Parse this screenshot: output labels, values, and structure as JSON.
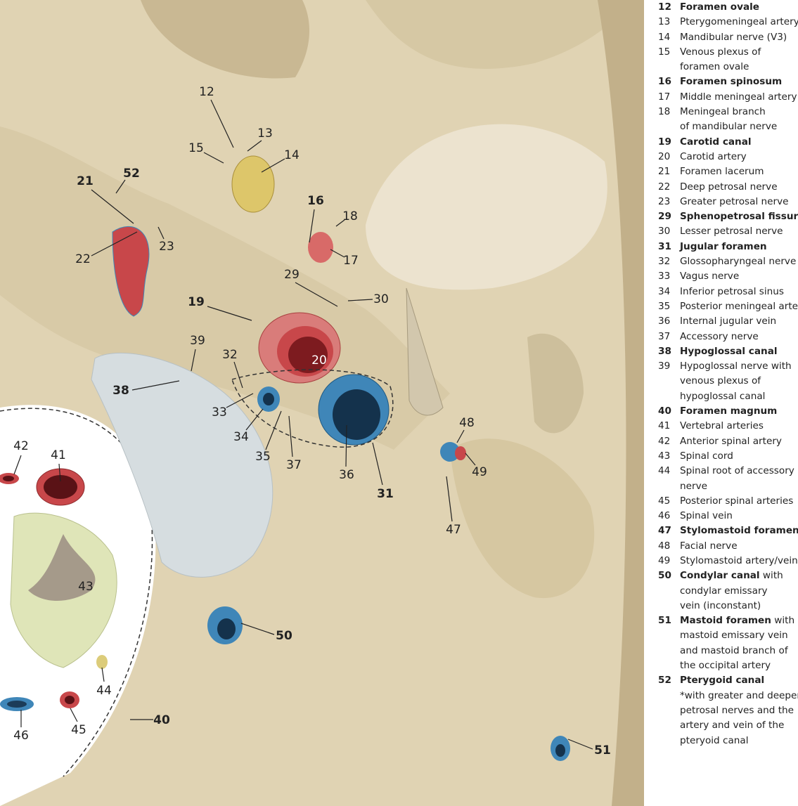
{
  "figure": {
    "labels": {
      "l12": "12",
      "l13": "13",
      "l14": "14",
      "l15": "15",
      "l16": "16",
      "l17": "17",
      "l18": "18",
      "l19": "19",
      "l20": "20",
      "l21": "21",
      "l22": "22",
      "l23": "23",
      "l29": "29",
      "l30": "30",
      "l31": "31",
      "l32": "32",
      "l33": "33",
      "l34": "34",
      "l35": "35",
      "l36": "36",
      "l37": "37",
      "l38": "38",
      "l39": "39",
      "l40": "40",
      "l41": "41",
      "l42": "42",
      "l43": "43",
      "l44": "44",
      "l45": "45",
      "l46": "46",
      "l47": "47",
      "l48": "48",
      "l49": "49",
      "l50": "50",
      "l51": "51",
      "l52": "52"
    },
    "colors": {
      "bone": "#e0d3b3",
      "artery": "#c8474a",
      "vein": "#3f86b8",
      "nerve": "#e6cf6e",
      "cord": "#dfe5b8",
      "condyle": "#d9dfe2"
    }
  },
  "legend": [
    {
      "num": "12",
      "bold": "Foramen ovale",
      "text": [
        ""
      ]
    },
    {
      "num": "13",
      "bold": "",
      "text": [
        "Pterygomeningeal artery"
      ]
    },
    {
      "num": "14",
      "bold": "",
      "text": [
        "Mandibular nerve (V3)"
      ]
    },
    {
      "num": "15",
      "bold": "",
      "text": [
        "Venous plexus of",
        "foramen ovale"
      ]
    },
    {
      "num": "16",
      "bold": "Foramen spinosum",
      "text": [
        ""
      ]
    },
    {
      "num": "17",
      "bold": "",
      "text": [
        "Middle meningeal artery"
      ]
    },
    {
      "num": "18",
      "bold": "",
      "text": [
        "Meningeal branch",
        "of mandibular nerve"
      ]
    },
    {
      "num": "19",
      "bold": "Carotid canal",
      "text": [
        ""
      ]
    },
    {
      "num": "20",
      "bold": "",
      "text": [
        "Carotid artery"
      ]
    },
    {
      "num": "21",
      "bold": "",
      "text": [
        "Foramen lacerum"
      ]
    },
    {
      "num": "22",
      "bold": "",
      "text": [
        "Deep petrosal nerve"
      ]
    },
    {
      "num": "23",
      "bold": "",
      "text": [
        "Greater petrosal nerve"
      ]
    },
    {
      "num": "29",
      "bold": "Sphenopetrosal fissure",
      "text": [
        ""
      ]
    },
    {
      "num": "30",
      "bold": "",
      "text": [
        "Lesser petrosal nerve"
      ]
    },
    {
      "num": "31",
      "bold": "Jugular foramen",
      "text": [
        ""
      ]
    },
    {
      "num": "32",
      "bold": "",
      "text": [
        "Glossopharyngeal nerve"
      ]
    },
    {
      "num": "33",
      "bold": "",
      "text": [
        "Vagus nerve"
      ]
    },
    {
      "num": "34",
      "bold": "",
      "text": [
        "Inferior petrosal sinus"
      ]
    },
    {
      "num": "35",
      "bold": "",
      "text": [
        "Posterior meningeal artery"
      ]
    },
    {
      "num": "36",
      "bold": "",
      "text": [
        "Internal jugular vein"
      ]
    },
    {
      "num": "37",
      "bold": "",
      "text": [
        "Accessory nerve"
      ]
    },
    {
      "num": "38",
      "bold": "Hypoglossal canal",
      "text": [
        ""
      ]
    },
    {
      "num": "39",
      "bold": "",
      "text": [
        "Hypoglossal nerve with",
        "venous plexus of",
        "hypoglossal canal"
      ]
    },
    {
      "num": "40",
      "bold": "Foramen magnum",
      "text": [
        ""
      ]
    },
    {
      "num": "41",
      "bold": "",
      "text": [
        "Vertebral arteries"
      ]
    },
    {
      "num": "42",
      "bold": "",
      "text": [
        "Anterior spinal artery"
      ]
    },
    {
      "num": "43",
      "bold": "",
      "text": [
        "Spinal cord"
      ]
    },
    {
      "num": "44",
      "bold": "",
      "text": [
        "Spinal root of accessory",
        "nerve"
      ]
    },
    {
      "num": "45",
      "bold": "",
      "text": [
        "Posterior spinal arteries"
      ]
    },
    {
      "num": "46",
      "bold": "",
      "text": [
        "Spinal vein"
      ]
    },
    {
      "num": "47",
      "bold": "Stylomastoid foramen",
      "text": [
        ""
      ]
    },
    {
      "num": "48",
      "bold": "",
      "text": [
        "Facial nerve"
      ]
    },
    {
      "num": "49",
      "bold": "",
      "text": [
        "Stylomastoid artery/vein"
      ]
    },
    {
      "num": "50",
      "bold": "Condylar canal",
      "text": [
        " with",
        "condylar emissary",
        "vein (inconstant)"
      ]
    },
    {
      "num": "51",
      "bold": "Mastoid foramen",
      "text": [
        " with",
        "mastoid emissary vein",
        "and mastoid branch of",
        "the occipital artery"
      ]
    },
    {
      "num": "52",
      "bold": "Pterygoid canal",
      "text": [
        "",
        "*with greater and deeper",
        "petrosal nerves and the",
        "artery and vein of the",
        "pteryoid canal"
      ]
    }
  ]
}
